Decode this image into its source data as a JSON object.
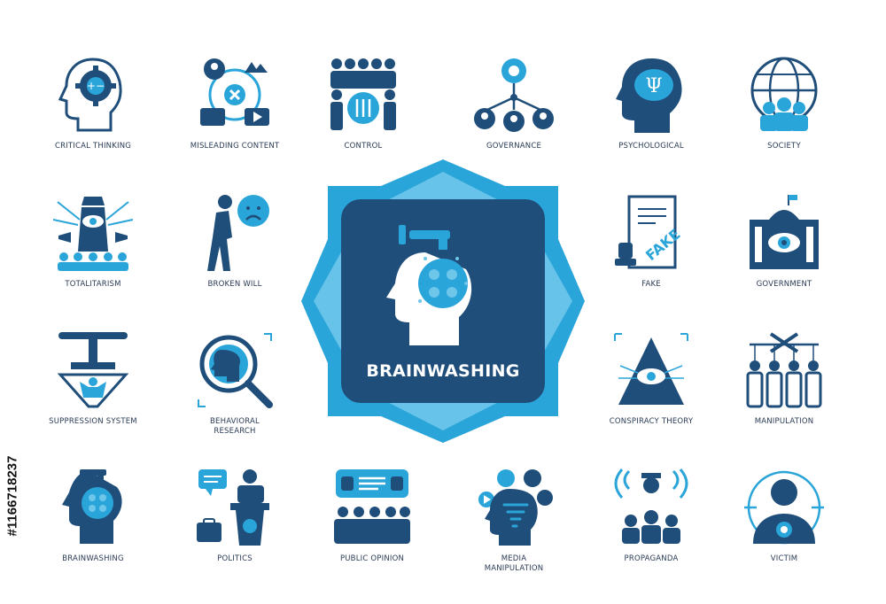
{
  "colors": {
    "dark": "#1f4e7a",
    "accent": "#2aa5d9",
    "light": "#6ec6ea",
    "label": "#2a3b55",
    "background": "#ffffff"
  },
  "hero": {
    "title": "BRAINWASHING",
    "icon": "faucet-head-brain-icon"
  },
  "stock_id": "#1166718237",
  "icons": [
    {
      "label": "CRITICAL THINKING",
      "icon": "head-gear-icon"
    },
    {
      "label": "MISLEADING CONTENT",
      "icon": "misleading-content-icon"
    },
    {
      "label": "CONTROL",
      "icon": "crowd-control-icon"
    },
    {
      "label": "GOVERNANCE",
      "icon": "governance-network-icon"
    },
    {
      "label": "PSYCHOLOGICAL",
      "icon": "head-psi-brain-icon"
    },
    {
      "label": "SOCIETY",
      "icon": "globe-people-icon"
    },
    {
      "label": "TOTALITARISM",
      "icon": "tower-eye-icon"
    },
    {
      "label": "BROKEN WILL",
      "icon": "sad-person-icon"
    },
    {
      "label": "FAKE",
      "icon": "fake-document-icon"
    },
    {
      "label": "GOVERNMENT",
      "icon": "government-eye-icon"
    },
    {
      "label": "SUPPRESSION SYSTEM",
      "icon": "press-person-icon"
    },
    {
      "label": "BEHAVIORAL\nRESEARCH",
      "icon": "magnifier-puzzle-head-icon"
    },
    {
      "label": "CONSPIRACY THEORY",
      "icon": "pyramid-eye-icon"
    },
    {
      "label": "MANIPULATION",
      "icon": "puppet-people-icon"
    },
    {
      "label": "BRAINWASHING",
      "icon": "faucet-head-icon"
    },
    {
      "label": "POLITICS",
      "icon": "podium-speaker-icon"
    },
    {
      "label": "PUBLIC OPINION",
      "icon": "audience-feedback-icon"
    },
    {
      "label": "MEDIA\nMANIPULATION",
      "icon": "head-media-tornado-icon"
    },
    {
      "label": "PROPAGANDA",
      "icon": "broadcast-people-icon"
    },
    {
      "label": "VICTIM",
      "icon": "target-person-icon"
    }
  ]
}
